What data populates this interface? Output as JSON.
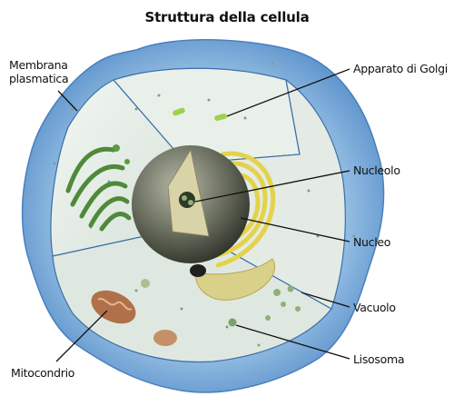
{
  "title": "Struttura della cellula",
  "labels": {
    "membrana_line1": "Membrana",
    "membrana_line2": "plasmatica",
    "golgi": "Apparato di Golgi",
    "nucleolo": "Nucleolo",
    "nucleo": "Nucleo",
    "vacuolo": "Vacuolo",
    "lisosoma": "Lisosoma",
    "mitocondrio": "Mitocondrio"
  },
  "colors": {
    "membrane": "#7fb3df",
    "cytoplasm": "#e6efe6",
    "nucleus": "#6f745f",
    "chloro_green": "#4f8a3a",
    "golgi_yellow": "#e4d24a",
    "mito_brown": "#b0704a"
  }
}
